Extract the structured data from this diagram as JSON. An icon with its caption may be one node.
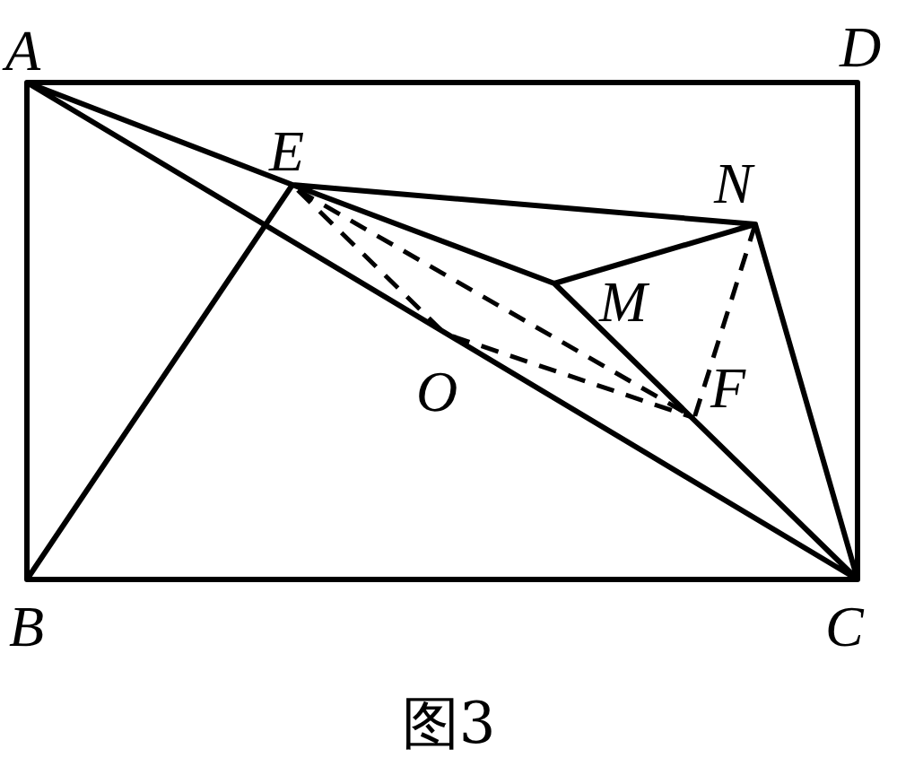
{
  "diagram": {
    "caption": "图3",
    "labels": [
      "A",
      "D",
      "E",
      "N",
      "M",
      "O",
      "F",
      "B",
      "C"
    ]
  }
}
